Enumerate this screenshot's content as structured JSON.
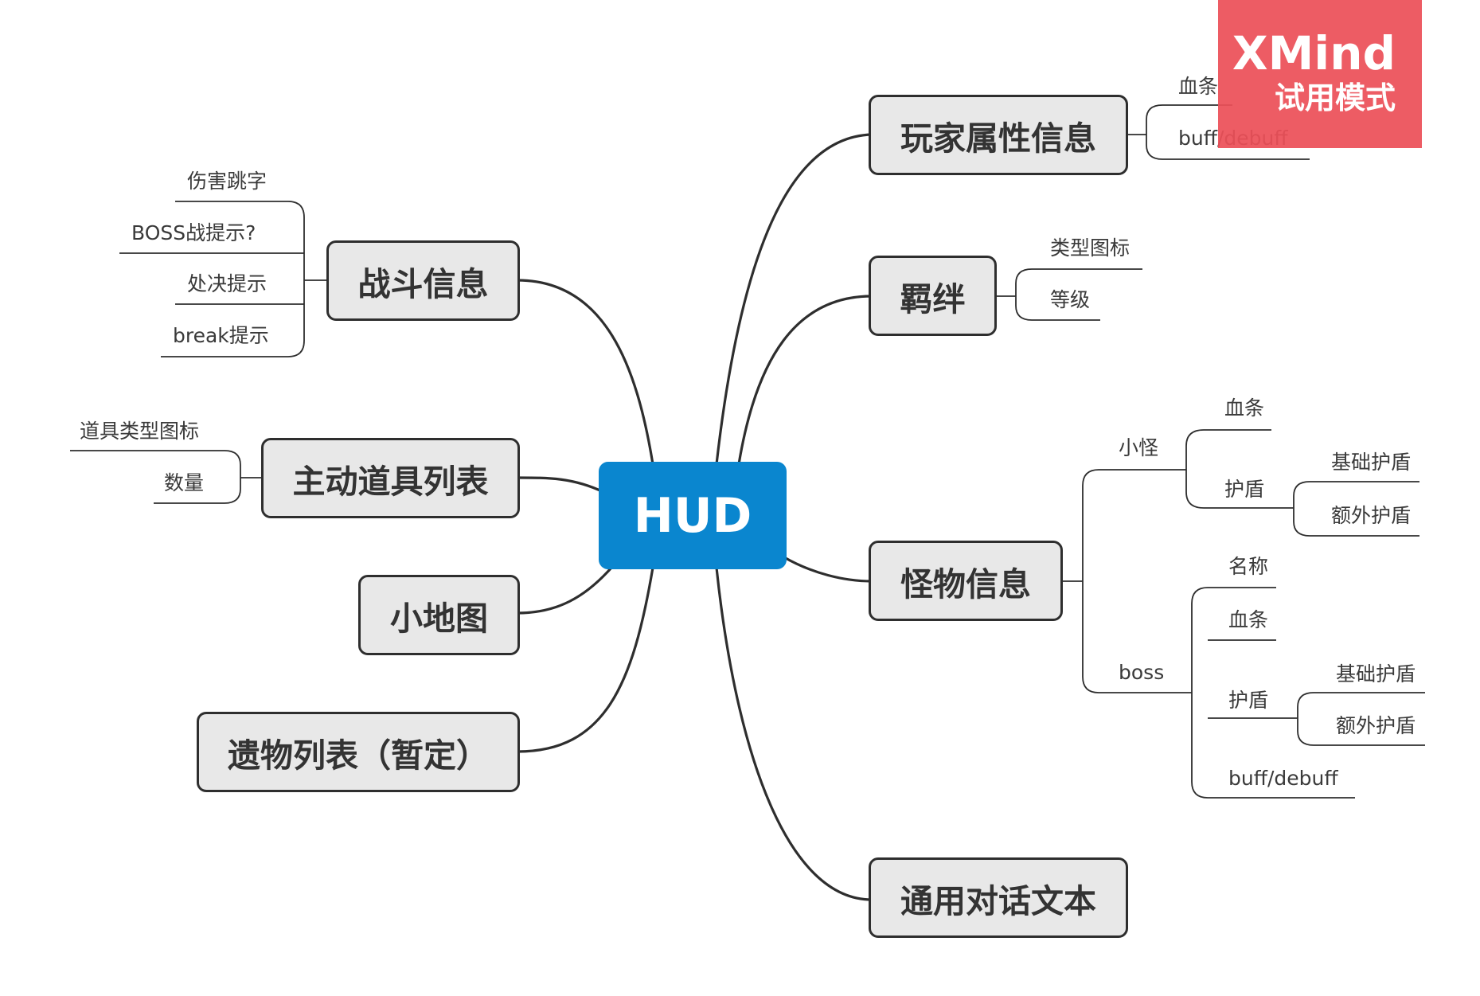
{
  "central": "HUD",
  "left": {
    "combat": {
      "title": "战斗信息",
      "items": [
        "伤害跳字",
        "BOSS战提示?",
        "处决提示",
        "break提示"
      ]
    },
    "items_list": {
      "title": "主动道具列表",
      "items": [
        "道具类型图标",
        "数量"
      ]
    },
    "minimap": {
      "title": "小地图"
    },
    "relics": {
      "title": "遗物列表（暂定）"
    }
  },
  "right": {
    "player": {
      "title": "玩家属性信息",
      "items": [
        "血条",
        "buff/debuff"
      ]
    },
    "bond": {
      "title": "羁绊",
      "items": [
        "类型图标",
        "等级"
      ]
    },
    "monster": {
      "title": "怪物信息",
      "minion": {
        "label": "小怪",
        "hp": "血条",
        "shield": "护盾",
        "shield_items": [
          "基础护盾",
          "额外护盾"
        ]
      },
      "boss": {
        "label": "boss",
        "name": "名称",
        "hp": "血条",
        "shield": "护盾",
        "shield_items": [
          "基础护盾",
          "额外护盾"
        ],
        "buff": "buff/debuff"
      }
    },
    "dialog": {
      "title": "通用对话文本"
    }
  },
  "watermark": {
    "brand": "XMind",
    "mode": "试用模式"
  },
  "colors": {
    "central": "#0a86cf",
    "topic_fill": "#e8e8e8",
    "stroke": "#2e2e2e",
    "watermark": "#ec5058"
  }
}
